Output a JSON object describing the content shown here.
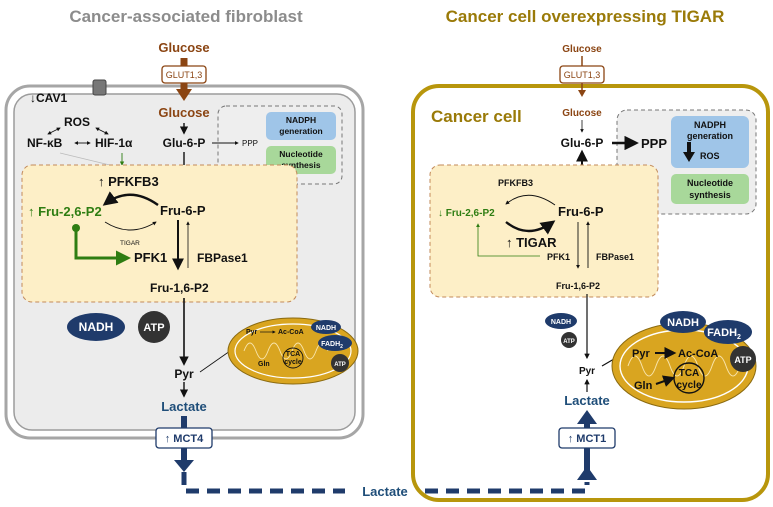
{
  "colors": {
    "left_cell_border": "#a6a6a6",
    "right_cell_border": "#b8960c",
    "pathway_box_fill": "#fdefc7",
    "ppp_box_fill": "#eeeeee",
    "nadph_fill": "#9fc5e8",
    "nucleotide_fill": "#a8d89a",
    "mito_fill": "#d9a520",
    "navy": "#1f3b6b",
    "green_arrow": "#2e7d12",
    "brown_arrow": "#8b4513"
  },
  "left": {
    "title": "Cancer-associated fibroblast",
    "glucose_top": "Glucose",
    "glut": "GLUT1,3",
    "glucose_in": "Glucose",
    "cav1": "↓CAV1",
    "ros": "ROS",
    "nfkb": "NF-κB",
    "hif": "HIF-1α",
    "glu6p": "Glu-6-P",
    "ppp": "PPP",
    "nadph": [
      "NADPH",
      "generation"
    ],
    "nucleotide": [
      "Nucleotide",
      "synthesis"
    ],
    "pfkfb3": "↑ PFKFB3",
    "fru26p2": "↑ Fru-2,6-P2",
    "fru6p": "Fru-6-P",
    "tigar": "TIGAR",
    "pfk1": "PFK1",
    "fbpase1": "FBPase1",
    "fru16p2": "Fru-1,6-P2",
    "nadh": "NADH",
    "atp": "ATP",
    "pyr": "Pyr",
    "lactate": "Lactate",
    "mct": "↑ MCT4",
    "mito": {
      "pyr": "Pyr",
      "acoa": "Ac-CoA",
      "tca": [
        "TCA",
        "cycle"
      ],
      "gln": "Gln",
      "nadh": "NADH",
      "fadh": "FADH",
      "fadh_sub": "2",
      "atp": "ATP"
    }
  },
  "right": {
    "title": "Cancer cell overexpressing TIGAR",
    "glucose_top": "Glucose",
    "glut": "GLUT1,3",
    "glucose_in": "Glucose",
    "cell_label": "Cancer cell",
    "glu6p": "Glu-6-P",
    "ppp": "PPP",
    "nadph": [
      "NADPH",
      "generation"
    ],
    "ros": "ROS",
    "nucleotide": [
      "Nucleotide",
      "synthesis"
    ],
    "pfkfb3": "PFKFB3",
    "fru26p2": "↓ Fru-2,6-P2",
    "fru6p": "Fru-6-P",
    "tigar": "↑ TIGAR",
    "pfk1": "PFK1",
    "fbpase1": "FBPase1",
    "fru16p2": "Fru-1,6-P2",
    "nadh_small": "NADH",
    "atp_small": "ATP",
    "pyr": "Pyr",
    "lactate": "Lactate",
    "mct": "↑ MCT1",
    "mito": {
      "nadh": "NADH",
      "fadh": "FADH",
      "fadh_sub": "2",
      "pyr": "Pyr",
      "acoa": "Ac-CoA",
      "gln": "Gln",
      "tca": [
        "TCA",
        "cycle"
      ],
      "atp": "ATP"
    }
  },
  "shared": {
    "lactate_shuttle": "Lactate"
  }
}
